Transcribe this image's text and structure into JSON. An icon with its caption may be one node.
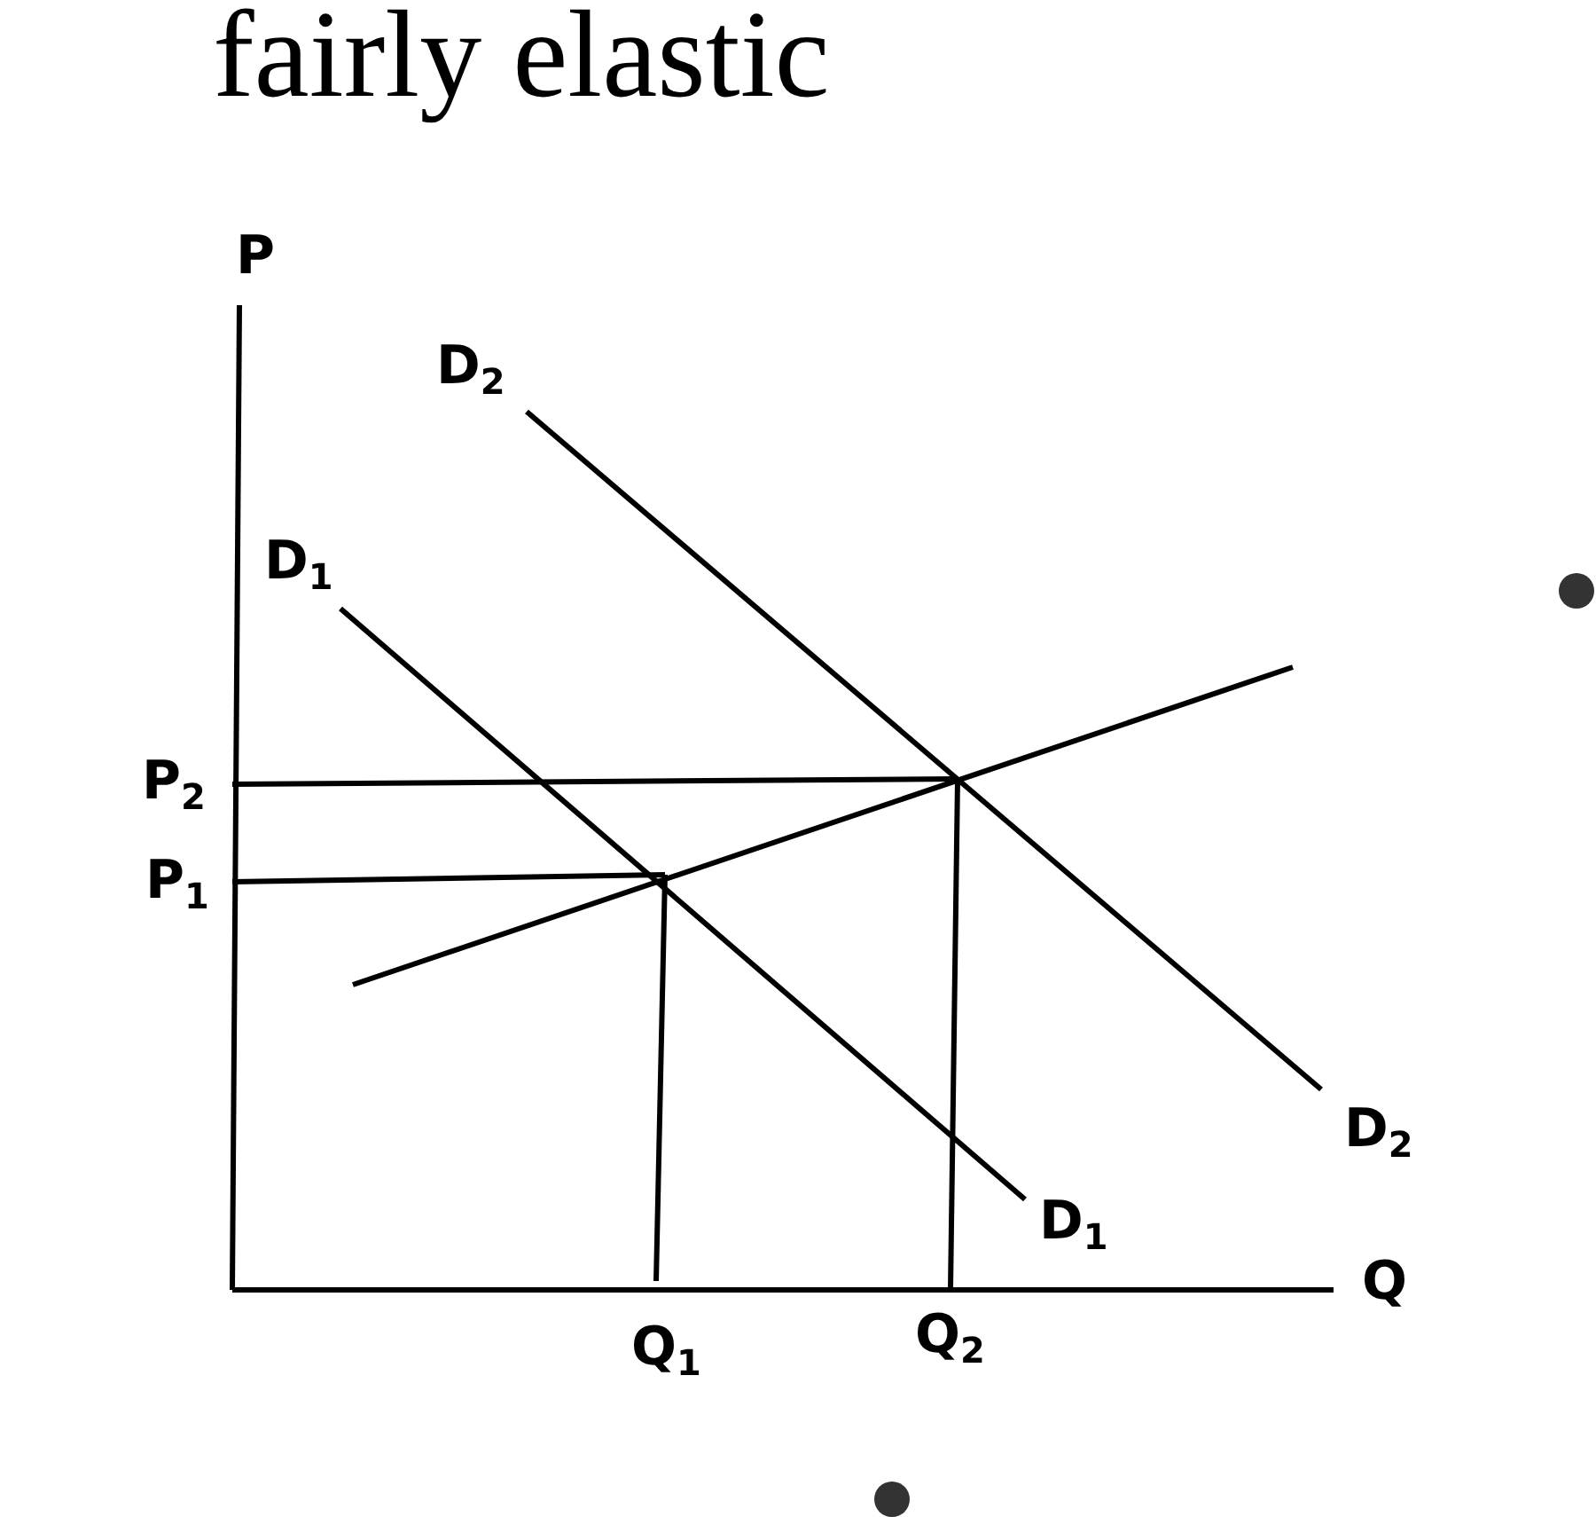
{
  "diagram": {
    "title": "fairly elastic",
    "labels": [
      "P",
      "D$_{2}$",
      "D$_{1}$",
      "P$_{2}$",
      "P$_{1}$",
      "D$_{2}$",
      "D$_{1}$",
      "Q",
      "Q$_{1}$",
      "Q$_{2}$"
    ]
  }
}
